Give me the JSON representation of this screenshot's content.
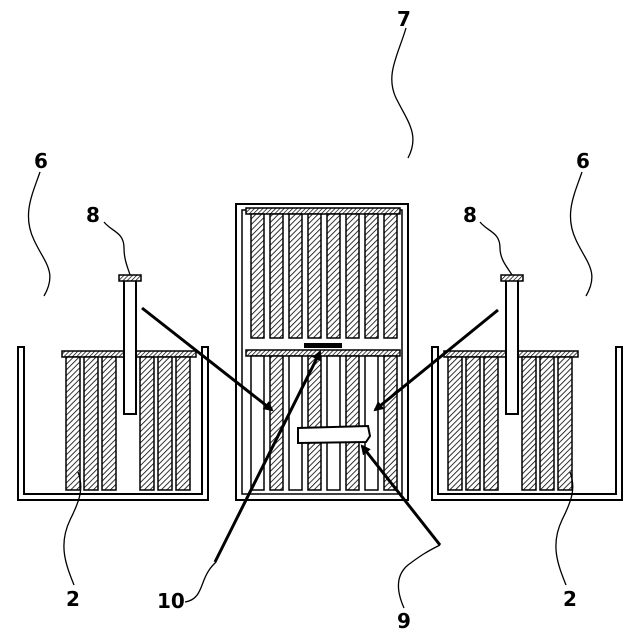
{
  "labels": {
    "vessel_left": "6",
    "vessel_right": "6",
    "stack_center": "7",
    "tube_left": "8",
    "tube_right": "8",
    "plate_left": "2",
    "plate_right": "2",
    "connector": "10",
    "block": "9"
  },
  "colors": {
    "line": "#000000",
    "background": "#ffffff"
  }
}
